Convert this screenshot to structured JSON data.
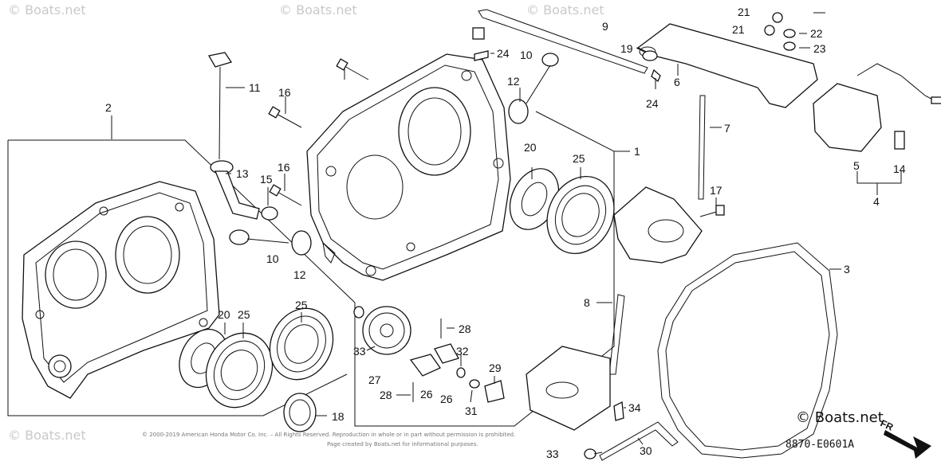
{
  "watermarks": [
    "© Boats.net",
    "© Boats.net",
    "© Boats.net",
    "© Boats.net"
  ],
  "brand": "© Boats.net",
  "diagram_code": "8870-E0601A",
  "fr_arrow_label": "FR",
  "copyright_lines": [
    "© 2000-2019 American Honda Motor Co. Inc. – All Rights Reserved. Reproduction in whole or in part without permission is prohibited.",
    "Page created by Boats.net for informational purposes."
  ],
  "callouts": [
    "1",
    "2",
    "3",
    "4",
    "5",
    "6",
    "7",
    "8",
    "9",
    "10",
    "10",
    "11",
    "12",
    "12",
    "13",
    "14",
    "15",
    "16",
    "16",
    "17",
    "18",
    "19",
    "20",
    "20",
    "21",
    "21",
    "22",
    "23",
    "24",
    "24",
    "25",
    "25",
    "25",
    "26",
    "26",
    "27",
    "28",
    "28",
    "29",
    "30",
    "31",
    "32",
    "33",
    "33",
    "34"
  ]
}
